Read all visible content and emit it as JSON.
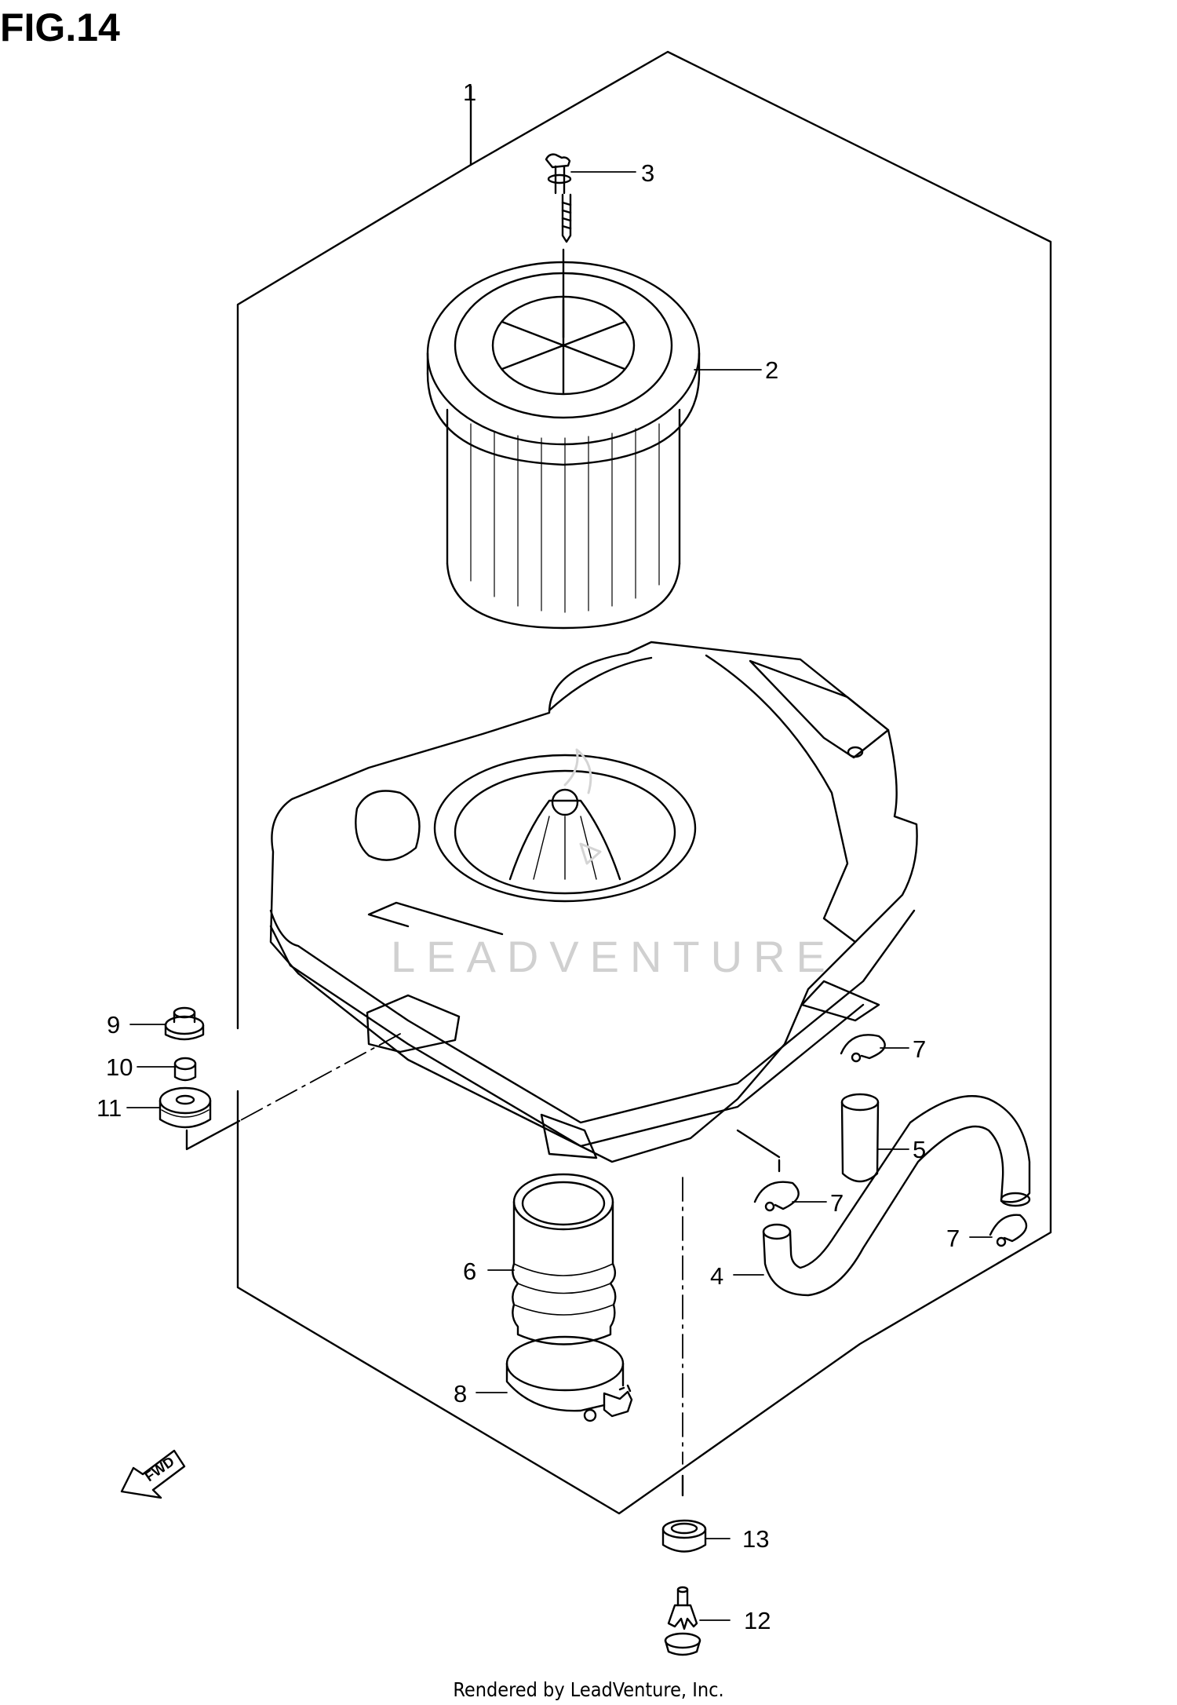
{
  "figure": {
    "title": "FIG.14",
    "footer": "Rendered by LeadVenture, Inc.",
    "watermark": "LEADVENTURE"
  },
  "callouts": [
    {
      "id": "c1",
      "label": "1"
    },
    {
      "id": "c2",
      "label": "2"
    },
    {
      "id": "c3",
      "label": "3"
    },
    {
      "id": "c4",
      "label": "4"
    },
    {
      "id": "c5",
      "label": "5"
    },
    {
      "id": "c6",
      "label": "6"
    },
    {
      "id": "c7a",
      "label": "7"
    },
    {
      "id": "c7b",
      "label": "7"
    },
    {
      "id": "c7c",
      "label": "7"
    },
    {
      "id": "c8",
      "label": "8"
    },
    {
      "id": "c9",
      "label": "9"
    },
    {
      "id": "c10",
      "label": "10"
    },
    {
      "id": "c11",
      "label": "11"
    },
    {
      "id": "c12",
      "label": "12"
    },
    {
      "id": "c13",
      "label": "13"
    }
  ],
  "direction_marker": {
    "label": "FWD",
    "icon": "fwd-arrow-icon"
  }
}
